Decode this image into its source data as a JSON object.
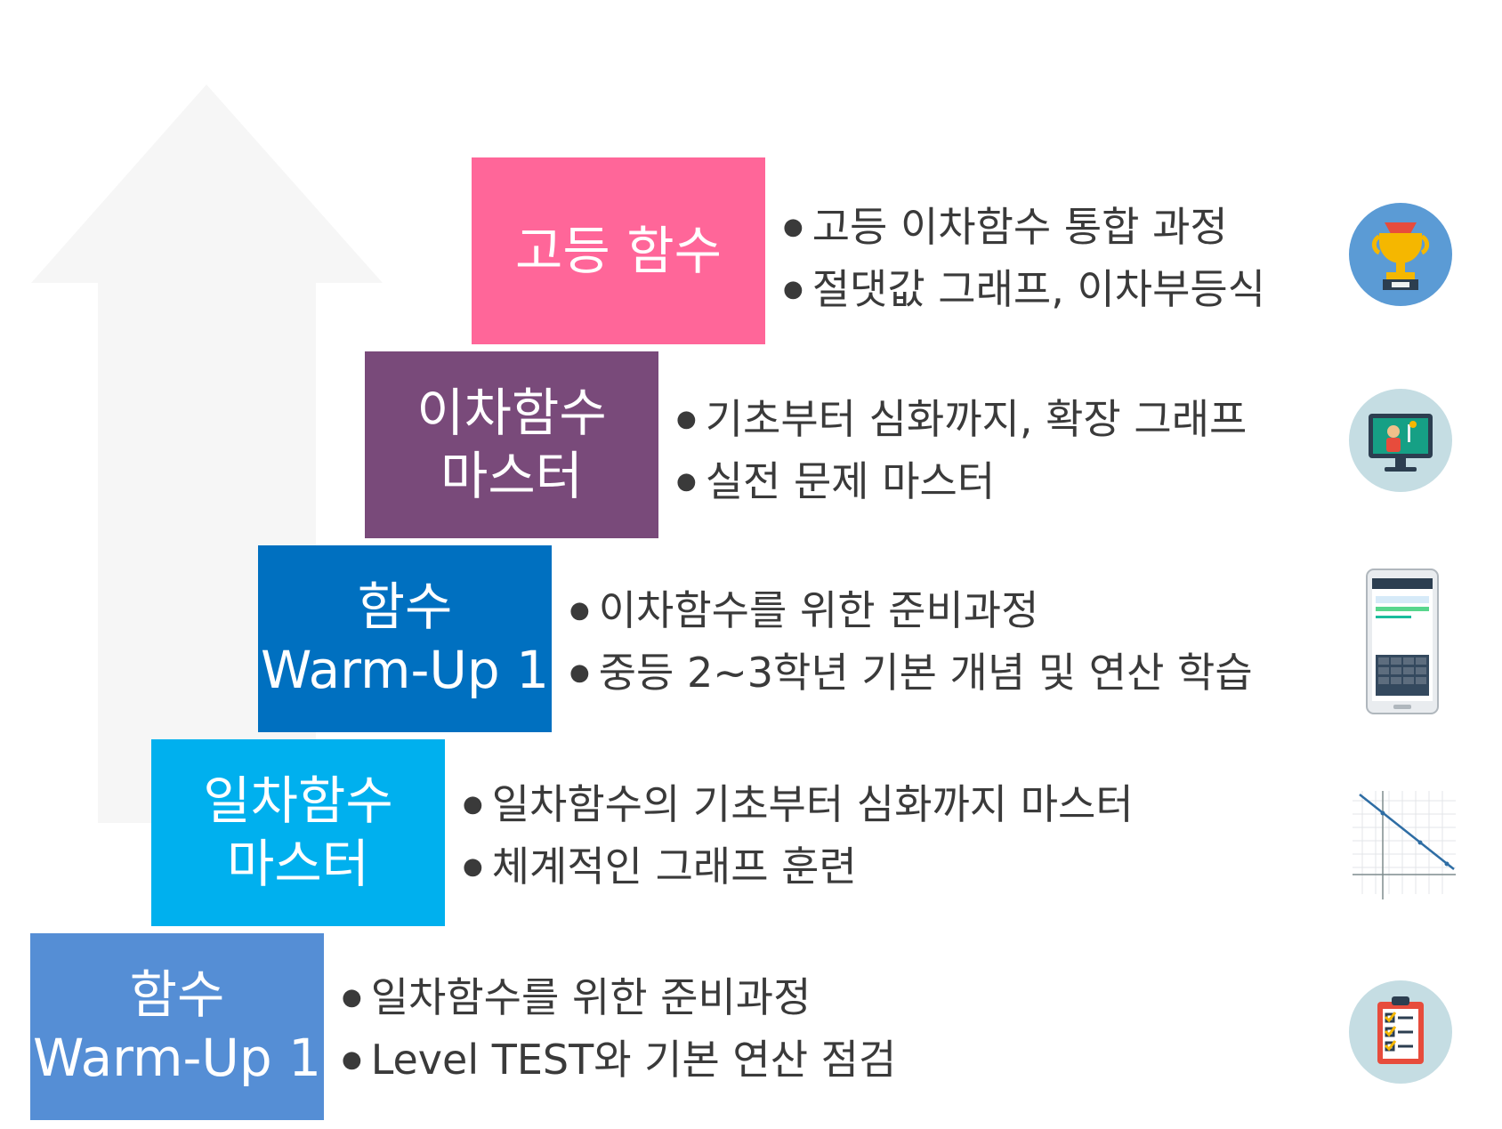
{
  "colors": {
    "step5": "#FF6699",
    "step4": "#794A7A",
    "step3": "#0070C0",
    "step2": "#00B0EE",
    "step1": "#558ED5",
    "text": "#3a3a3a",
    "arrow": "#F6F6F6"
  },
  "steps": [
    {
      "lines": [
        "고등 함수"
      ],
      "bullets": [
        "고등 이차함수 통합 과정",
        "절댓값 그래프, 이차부등식"
      ],
      "icon": "trophy-icon"
    },
    {
      "lines": [
        "이차함수",
        "마스터"
      ],
      "bullets": [
        "기초부터 심화까지, 확장 그래프",
        "실전 문제 마스터"
      ],
      "icon": "online-teacher-icon"
    },
    {
      "lines": [
        "함수",
        "Warm-Up 1"
      ],
      "bullets": [
        "이차함수를 위한 준비과정",
        "중등 2~3학년 기본 개념 및 연산 학습"
      ],
      "icon": "math-app-phone-icon"
    },
    {
      "lines": [
        "일차함수",
        "마스터"
      ],
      "bullets": [
        "일차함수의 기초부터 심화까지 마스터",
        "체계적인 그래프 훈련"
      ],
      "icon": "linear-graph-icon"
    },
    {
      "lines": [
        "함수",
        "Warm-Up 1"
      ],
      "bullets": [
        "일차함수를 위한 준비과정",
        "Level TEST와 기본 연산 점검"
      ],
      "icon": "checklist-clipboard-icon"
    }
  ]
}
